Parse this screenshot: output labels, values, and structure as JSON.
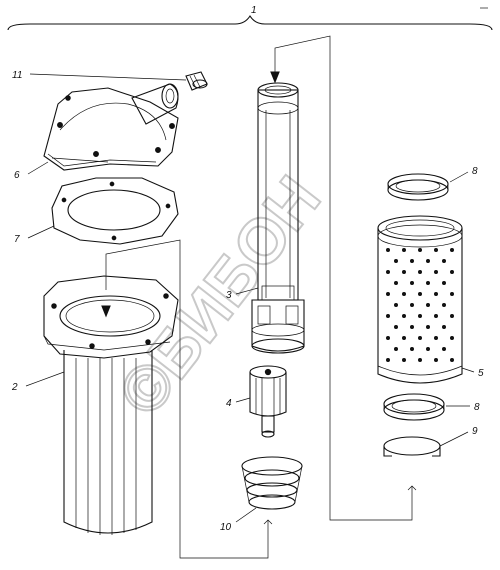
{
  "callouts": {
    "assembly": "1",
    "housing": "2",
    "tube": "3",
    "valve": "4",
    "element": "5",
    "cover": "6",
    "gasket": "7",
    "seal_top": "8",
    "seal_bottom": "8",
    "retainer": "9",
    "spring": "10",
    "plug": "11"
  },
  "watermark": "©БИБОН"
}
